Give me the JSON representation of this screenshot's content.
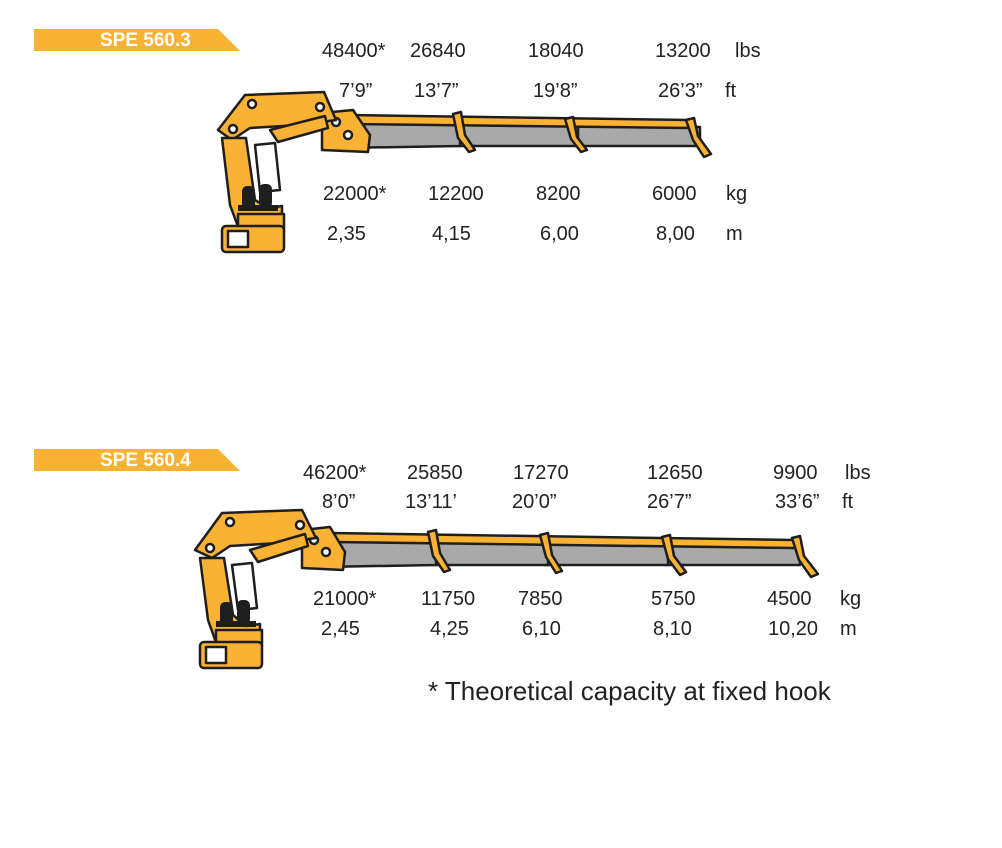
{
  "colors": {
    "accent": "#f9b233",
    "crane_body": "#f9b233",
    "outline": "#1e1e1e",
    "boom_inner": "#a9a9a9",
    "text": "#222222"
  },
  "models": [
    {
      "name": "SPE 560.3",
      "lbs": [
        "48400*",
        "26840",
        "18040",
        "13200"
      ],
      "ft": [
        "7’9”",
        "13’7”",
        "19’8”",
        "26’3”"
      ],
      "kg": [
        "22000*",
        "12200",
        "8200",
        "6000"
      ],
      "m": [
        "2,35",
        "4,15",
        "6,00",
        "8,00"
      ]
    },
    {
      "name": "SPE 560.4",
      "lbs": [
        "46200*",
        "25850",
        "17270",
        "12650",
        "9900"
      ],
      "ft": [
        "8’0”",
        "13’11’",
        "20’0”",
        "26’7”",
        "33’6”"
      ],
      "kg": [
        "21000*",
        "11750",
        "7850",
        "5750",
        "4500"
      ],
      "m": [
        "2,45",
        "4,25",
        "6,10",
        "8,10",
        "10,20"
      ]
    }
  ],
  "units": {
    "lbs": "lbs",
    "ft": "ft",
    "kg": "kg",
    "m": "m"
  },
  "footnote": "* Theoretical capacity at fixed hook"
}
